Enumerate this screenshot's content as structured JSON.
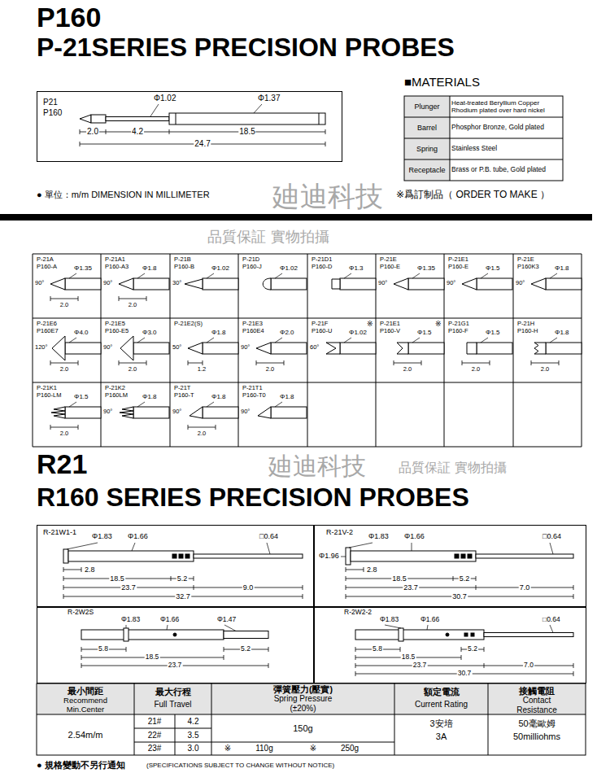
{
  "diagram": {
    "title": "P160",
    "nodes": [
      {
        "text": [
          "P21",
          "P160",
          "Φ1.02",
          "Φ1.37",
          "2.0",
          "4.2",
          "18.5",
          "24.7"
        ]
      },
      {
        "text": [
          "P-21A",
          "P160-A",
          "Φ1.35",
          "90°",
          "2.0"
        ]
      },
      {
        "text": [
          "P-21A1",
          "P160-A3",
          "Φ1.8",
          "90°",
          "2.0"
        ]
      },
      {
        "text": [
          "P-21B",
          "P160-B",
          "Φ1.02",
          "30°"
        ]
      },
      {
        "text": [
          "P-21D",
          "P160-J",
          "Φ1.02"
        ]
      },
      {
        "text": [
          "P-21D1",
          "P160-D",
          "Φ1.3"
        ]
      },
      {
        "text": [
          "P-21E",
          "P160-E",
          "Φ1.35",
          "90°"
        ]
      },
      {
        "text": [
          "P-21E1",
          "P160-E",
          "Φ1.5",
          "90°"
        ]
      },
      {
        "text": [
          "P-21E",
          "P160K3",
          "Φ1.8",
          "90°"
        ]
      },
      {
        "text": [
          "P-21E6",
          "P160E7",
          "Φ4.0",
          "120°",
          "2.0"
        ]
      },
      {
        "text": [
          "P-21E5",
          "P160-E5",
          "Φ3.0",
          "90°",
          "2.0"
        ]
      },
      {
        "text": [
          "P-21E2(S)",
          "Φ1.8",
          "50°",
          "1.2"
        ]
      },
      {
        "text": [
          "P-21E3",
          "P160E4",
          "Φ2.0",
          "90°",
          "2.0"
        ]
      },
      {
        "text": [
          "P-21F",
          "P160-U",
          "※",
          "Φ1.02",
          "60°"
        ]
      },
      {
        "text": [
          "P-21E1",
          "P160-V",
          "※",
          "Φ1.5",
          "2.0"
        ]
      },
      {
        "text": [
          "P-21G1",
          "P160-F",
          "Φ1.5",
          "2.0"
        ]
      },
      {
        "text": [
          "P-21H",
          "P160-H",
          "Φ1.8",
          "2.0"
        ]
      },
      {
        "text": [
          "P-21K1",
          "P160-LM",
          "Φ1.5",
          "2.0"
        ]
      },
      {
        "text": [
          "P-21K2",
          "P160LM",
          "Φ1.8",
          "90°"
        ]
      },
      {
        "text": [
          "P-21T",
          "P160-T",
          "Φ1.8",
          "90°",
          "2.0"
        ]
      },
      {
        "text": [
          "P-21T1",
          "P160-T0",
          "Φ1.8",
          "90°"
        ]
      },
      {
        "text": [
          "R-21W1-1",
          "Φ1.83",
          "Φ1.66",
          "□0.64",
          "2.8",
          "18.5",
          "5.2",
          "23.7",
          "32.7",
          "9.0"
        ]
      },
      {
        "text": [
          "R-21V-2",
          "Φ1.83",
          "Φ1.66",
          "□0.64",
          "Φ1.96",
          "2.8",
          "18.5",
          "5.2",
          "23.7",
          "30.7",
          "7.0"
        ]
      },
      {
        "text": [
          "R-2W2S",
          "Φ1.83",
          "Φ1.66",
          "Φ1.47",
          "5.8",
          "18.5",
          "5.2",
          "23.7"
        ]
      },
      {
        "text": [
          "R-2W2-2",
          "Φ1.83",
          "Φ1.66",
          "□0.64",
          "5.8",
          "18.5",
          "5.2",
          "23.7",
          "30.7",
          "7.0"
        ]
      }
    ],
    "labels": [
      "P-21SERIES PRECISION PROBES",
      "■MATERIALS",
      "Plunger",
      "Heat-treated Beryllium Copper Rhodium plated over hard nickel",
      "Barrel",
      "Phosphor Bronze, Gold plated",
      "Spring",
      "Stainless Steel",
      "Receptacle",
      "Brass or P.B. tube, Gold plated",
      "● 單位：m/m DIMENSION IN MILLIMETER",
      "※爲訂制品（ ORDER TO MAKE ）",
      "廸迪科技",
      "品質保証 實物拍攝",
      "R21",
      "R160 SERIES PRECISION PROBES",
      "廸迪科技",
      "品質保証 實物拍攝",
      "最小間距",
      "Recommend Min.Center",
      "最大行程",
      "Full Travel",
      "彈簧壓力(壓實)",
      "Spring Pressure",
      "(±20%)",
      "額定電流",
      "Current Rating",
      "接觸電阻",
      "Contact Resistance",
      "2.54m/m",
      "21#",
      "4.2",
      "22#",
      "3.5",
      "23#",
      "3.0",
      "150g",
      "※",
      "110g",
      "※",
      "250g",
      "3安培",
      "3A",
      "50毫歐姆",
      "50milliohms",
      "● 規格變動不另行通知",
      "(SPECIFICATIONS SUBJECT TO CHANGE WITHOUT NOTICE)"
    ]
  }
}
